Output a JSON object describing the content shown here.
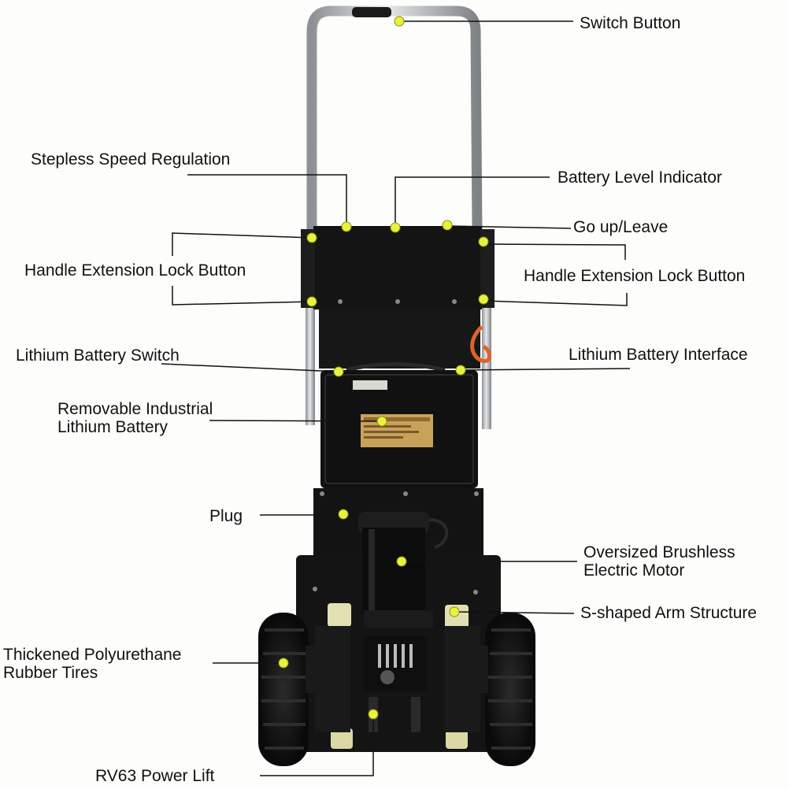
{
  "labels": {
    "switch_button": "Switch Button",
    "stepless_speed": "Stepless Speed Regulation",
    "battery_level": "Battery Level Indicator",
    "go_up_leave": "Go up/Leave",
    "handle_lock_left": "Handle Extension Lock Button",
    "handle_lock_right": "Handle Extension Lock Button",
    "lithium_switch": "Lithium Battery Switch",
    "lithium_interface": "Lithium Battery Interface",
    "removable_battery_1": "Removable Industrial",
    "removable_battery_2": "Lithium Battery",
    "plug": "Plug",
    "motor_1": "Oversized Brushless",
    "motor_2": "Electric Motor",
    "s_arm": "S-shaped Arm Structure",
    "tires_1": "Thickened Polyurethane",
    "tires_2": "Rubber Tires",
    "power_lift": "RV63 Power Lift"
  },
  "colors": {
    "frame": "#151515",
    "handle": "#b9bcbf",
    "marker": "#e9f23a",
    "battery_label": "#c9a25a",
    "cable": "#e0622a"
  },
  "icons": [
    "callout-dot-icon"
  ]
}
